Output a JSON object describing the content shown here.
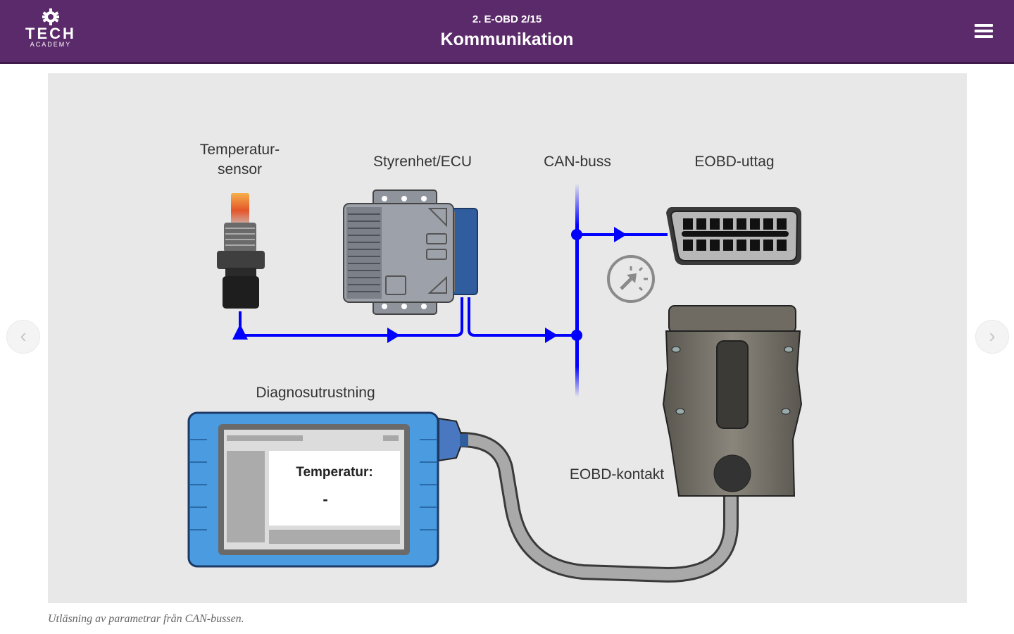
{
  "header": {
    "logo_name": "TECH",
    "logo_sub": "ACADEMY",
    "chapter": "2. E-OBD 2/15",
    "title": "Kommunikation",
    "menu_icon": "hamburger-menu-icon"
  },
  "figure": {
    "labels": {
      "sensor_line1": "Temperatur-",
      "sensor_line2": "sensor",
      "ecu": "Styrenhet/ECU",
      "can_bus": "CAN-buss",
      "eobd_socket": "EOBD-uttag",
      "diagnostic_tool": "Diagnosutrustning",
      "eobd_connector": "EOBD-kontakt"
    },
    "screen": {
      "label": "Temperatur:",
      "value": "-"
    },
    "colors": {
      "signal_line": "#0000ff",
      "tool_body": "#4a9be0",
      "connector_body": "#6e6a62"
    },
    "interaction_icon": "tap-hint-icon"
  },
  "caption": "Utläsning av parametrar från CAN-bussen.",
  "navigation": {
    "prev_icon": "chevron-left-icon",
    "next_icon": "chevron-right-icon",
    "prev_glyph": "‹",
    "next_glyph": "›"
  }
}
